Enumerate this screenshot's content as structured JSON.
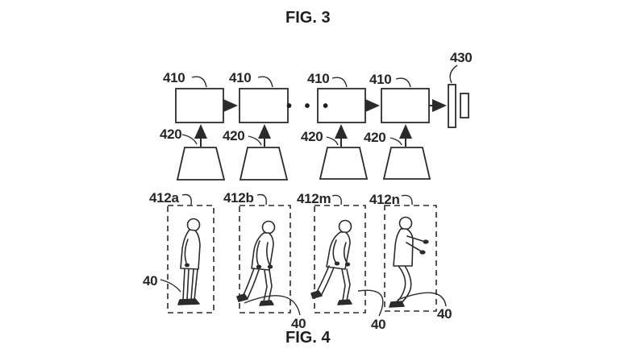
{
  "figure3": {
    "title": "FIG. 3",
    "cells": [
      {
        "label": "410"
      },
      {
        "label": "410"
      },
      {
        "label": "410"
      },
      {
        "label": "410"
      }
    ],
    "inputs": [
      {
        "label": "420"
      },
      {
        "label": "420"
      },
      {
        "label": "420"
      },
      {
        "label": "420"
      }
    ],
    "output": {
      "label": "430"
    },
    "ellipsis": "• • •"
  },
  "figure4": {
    "title": "FIG. 4",
    "frames": [
      {
        "label": "412a",
        "ref": "40"
      },
      {
        "label": "412b",
        "ref": "40"
      },
      {
        "label": "412m",
        "ref": "40"
      },
      {
        "label": "412n",
        "ref": "40"
      }
    ]
  },
  "colors": {
    "ink": "#2b2b2b",
    "background": "#ffffff"
  }
}
